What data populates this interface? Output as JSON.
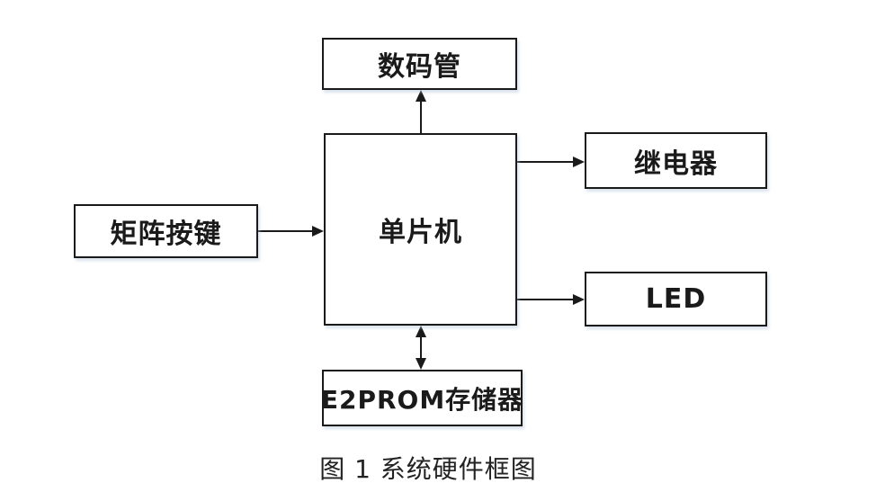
{
  "diagram": {
    "caption": "图 1 系统硬件框图",
    "blocks": {
      "display": "数码管",
      "mcu": "单片机",
      "relay": "继电器",
      "led": "LED",
      "keypad": "矩阵按键",
      "eeprom": "E2PROM存储器"
    },
    "connections": [
      {
        "from": "单片机",
        "to": "数码管",
        "direction": "up",
        "bidirectional": false
      },
      {
        "from": "单片机",
        "to": "继电器",
        "direction": "right",
        "bidirectional": false
      },
      {
        "from": "单片机",
        "to": "LED",
        "direction": "right",
        "bidirectional": false
      },
      {
        "from": "矩阵按键",
        "to": "单片机",
        "direction": "right",
        "bidirectional": false
      },
      {
        "from": "单片机",
        "to": "E2PROM存储器",
        "direction": "down",
        "bidirectional": true
      }
    ],
    "colors": {
      "line": "#1a1a1a",
      "box_fill": "#ffffff",
      "background": "#ffffff",
      "text": "#1a1a1a"
    }
  }
}
